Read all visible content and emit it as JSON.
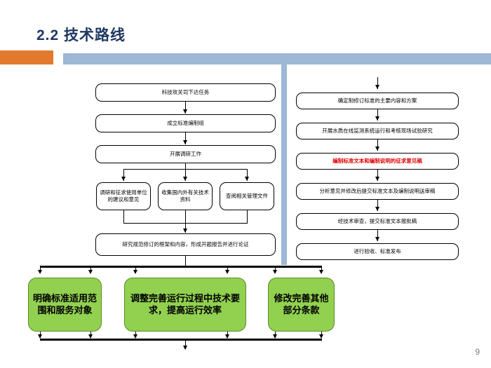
{
  "slide": {
    "title": "2.2  技术路线",
    "page_number": "9",
    "accent_orange": "#E2792F",
    "accent_blue": "#9DB7D5",
    "title_color": "#1F3864",
    "highlight_red": "#E00000",
    "green_fill": "#92D050"
  },
  "flow": {
    "left_column": [
      {
        "label": "科技攻关司下达任务"
      },
      {
        "label": "成立标准编制组"
      },
      {
        "label": "开展调研工作"
      }
    ],
    "left_parallel": [
      {
        "label": "调研和征求使用单位的建议和意见"
      },
      {
        "label": "收集国内外有关技术资料"
      },
      {
        "label": "查阅相关管理文件"
      }
    ],
    "left_summary": {
      "label": "研究规范修订的框架和内容，形成开题报告并进行论证"
    },
    "right_column": [
      {
        "label": "确定制修订标准的主要内容和方案",
        "emphasis": "normal"
      },
      {
        "label": "开展水质在线监测系统运行和考核现场试验研究",
        "emphasis": "normal"
      },
      {
        "label": "编制标准文本和编制说明的征求意见稿",
        "emphasis": "red"
      },
      {
        "label": "分析意见并修改后提交标准文本及编制说明送审稿",
        "emphasis": "normal"
      },
      {
        "label": "经技术审查，提交标准文本报批稿",
        "emphasis": "normal"
      },
      {
        "label": "进行验收、标准发布",
        "emphasis": "normal"
      }
    ],
    "outcomes": [
      {
        "label": "明确标准适用范围和服务对象"
      },
      {
        "label": "调整完善运行过程中技术要求，提高运行效率"
      },
      {
        "label": "修改完善其他部分条款"
      }
    ]
  }
}
